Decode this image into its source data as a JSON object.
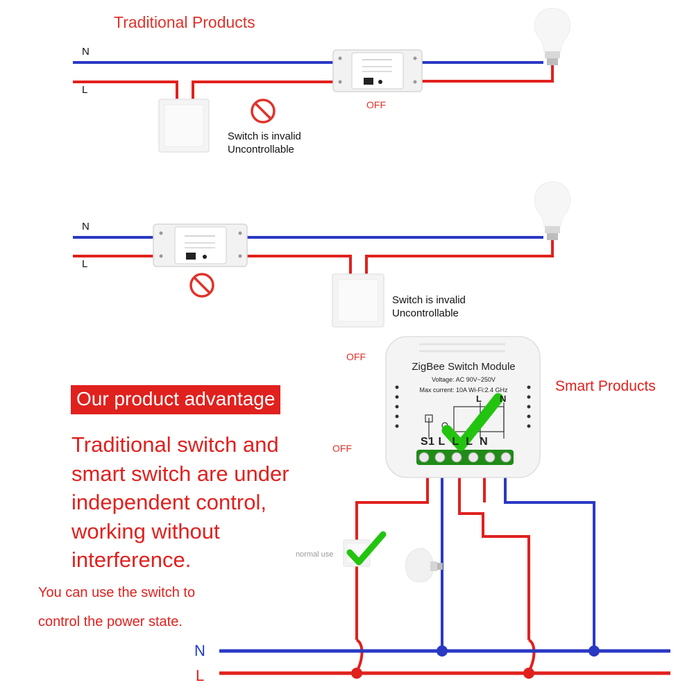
{
  "colors": {
    "neutral": "#2a39c4",
    "live": "#e0211e",
    "accent_red": "#e0322b",
    "check": "#22c40f"
  },
  "traditional": {
    "title": "Traditional Products",
    "row1": {
      "n_label": "N",
      "l_label": "L",
      "off": "OFF",
      "note_line1": "Switch is invalid",
      "note_line2": "Uncontrollable"
    },
    "row2": {
      "n_label": "N",
      "l_label": "L",
      "off": "OFF",
      "note_line1": "Switch is invalid",
      "note_line2": "Uncontrollable"
    }
  },
  "smart": {
    "title": "Smart Products",
    "off": "OFF",
    "module": {
      "title": "ZigBee Switch Module",
      "voltage": "Voltage: AC 90V~250V",
      "current_wifi": "Max current: 10A   Wi-Fi:2.4 GHz",
      "top_l": "L",
      "top_n": "N",
      "terminal_label": "S1 L  L  L  N"
    },
    "normal_use": "normal use",
    "bus_n": "N",
    "bus_l": "L"
  },
  "advantage": {
    "banner": "Our product advantage",
    "main_text": "Traditional switch and smart switch are under independent control, working without interference.",
    "sub_line1": "You can use the switch to",
    "sub_line2": "control the power state."
  }
}
